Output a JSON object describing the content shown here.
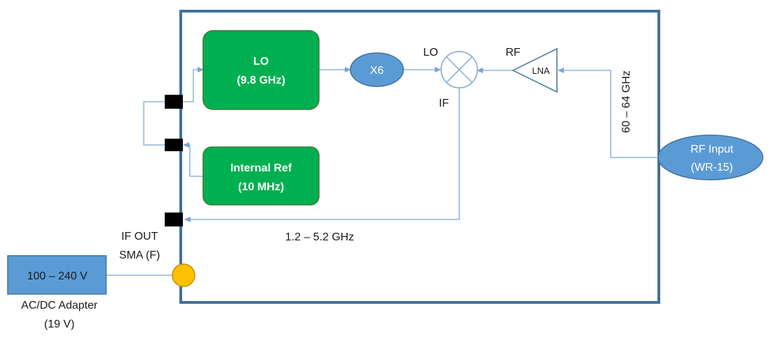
{
  "blocks": {
    "lo": {
      "line1": "LO",
      "line2": "(9.8 GHz)"
    },
    "internal_ref": {
      "line1": "Internal Ref",
      "line2": "(10 MHz)"
    },
    "multiplier": {
      "label": "X6"
    },
    "lna": {
      "label": "LNA"
    },
    "rf_input": {
      "line1": "RF Input",
      "line2": "(WR-15)"
    },
    "adapter": {
      "label": "100 – 240 V",
      "caption1": "AC/DC Adapter",
      "caption2": "(19 V)"
    }
  },
  "labels": {
    "mixer_lo": "LO",
    "mixer_rf": "RF",
    "mixer_if": "IF",
    "rf_band": "60 – 64 GHz",
    "if_band": "1.2 – 5.2 GHz",
    "if_out_line1": "IF OUT",
    "if_out_line2": "SMA (F)"
  },
  "colors": {
    "enclosure": "#41719c",
    "green_block": "#00b050",
    "blue_fill": "#5b9bd5",
    "connector": "#000000",
    "power_port": "#ffc000",
    "wire": "#7ba4d4"
  }
}
